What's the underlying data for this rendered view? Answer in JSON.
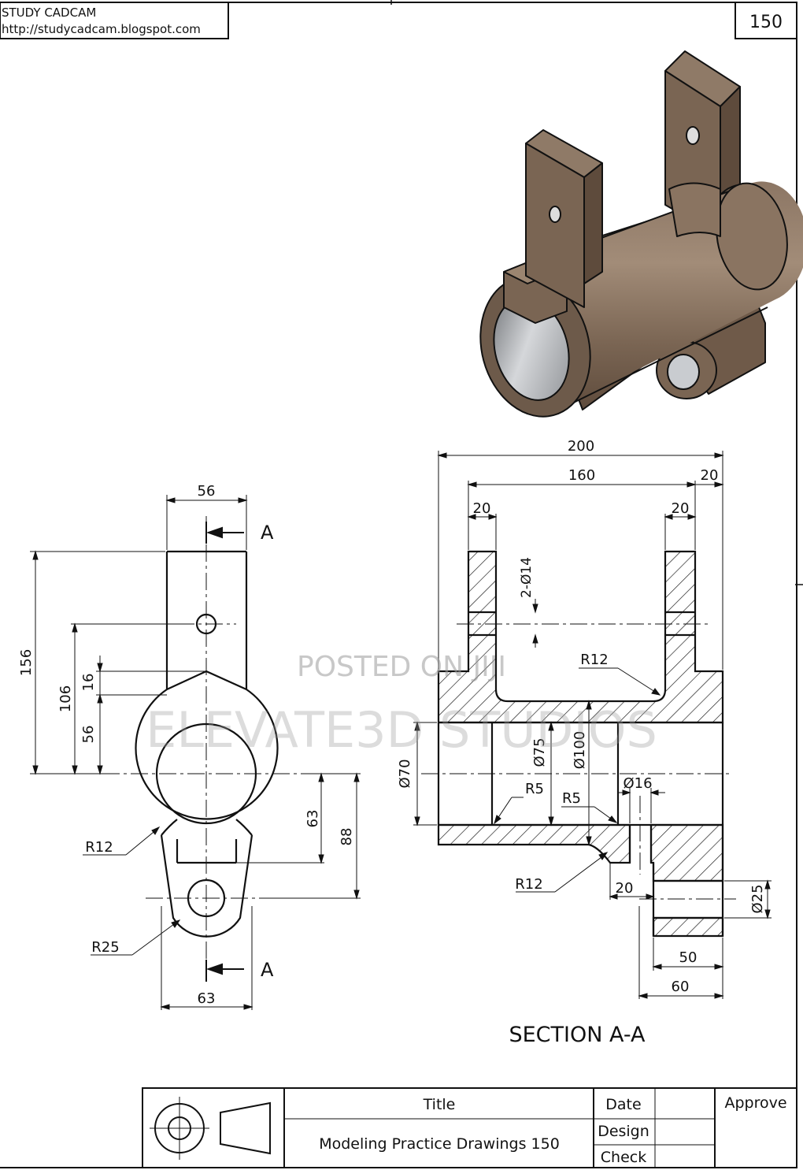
{
  "header": {
    "company": "STUDY CADCAM",
    "url": "http://studycadcam.blogspot.com",
    "sheet_number": "150"
  },
  "front_view": {
    "section_mark_top": "A",
    "section_mark_bottom": "A",
    "dims": {
      "top_width": "56",
      "overall_height": "156",
      "hole_to_center": "106",
      "chamfer_height": "16",
      "chamfer_to_center": "56",
      "center_to_lug_top": "63",
      "center_to_lug_hole": "88",
      "fillet_r12": "R12",
      "lug_radius": "R25",
      "lug_width": "63"
    }
  },
  "section_view": {
    "title": "SECTION A-A",
    "dims": {
      "overall_length": "200",
      "inner_span": "160",
      "right_offset": "20",
      "left_ear": "20",
      "right_ear": "20",
      "ear_holes": "2-Ø14",
      "fillet_top": "R12",
      "bore_small": "Ø70",
      "bore_mid": "Ø75",
      "outer_dia": "Ø100",
      "fillet_r5_left": "R5",
      "fillet_r5_right": "R5",
      "hole_16": "Ø16",
      "fillet_bottom": "R12",
      "step_20": "20",
      "hole_25": "Ø25",
      "lug_50": "50",
      "lug_60": "60"
    }
  },
  "title_block": {
    "title_label": "Title",
    "title_value": "Modeling Practice Drawings 150",
    "date_label": "Date",
    "design_label": "Design",
    "check_label": "Check",
    "approve_label": "Approve"
  },
  "watermarks": {
    "line1": "POSTED ON JIJI",
    "line2": "ELEVATE3D STUDIOS"
  },
  "colors": {
    "line": "#111111",
    "body_brown": "#7a6553",
    "body_dark": "#5e4b3c",
    "body_light": "#a08a76",
    "bore_grey": "#b9bcbf",
    "watermark": "#9a9a9a"
  }
}
